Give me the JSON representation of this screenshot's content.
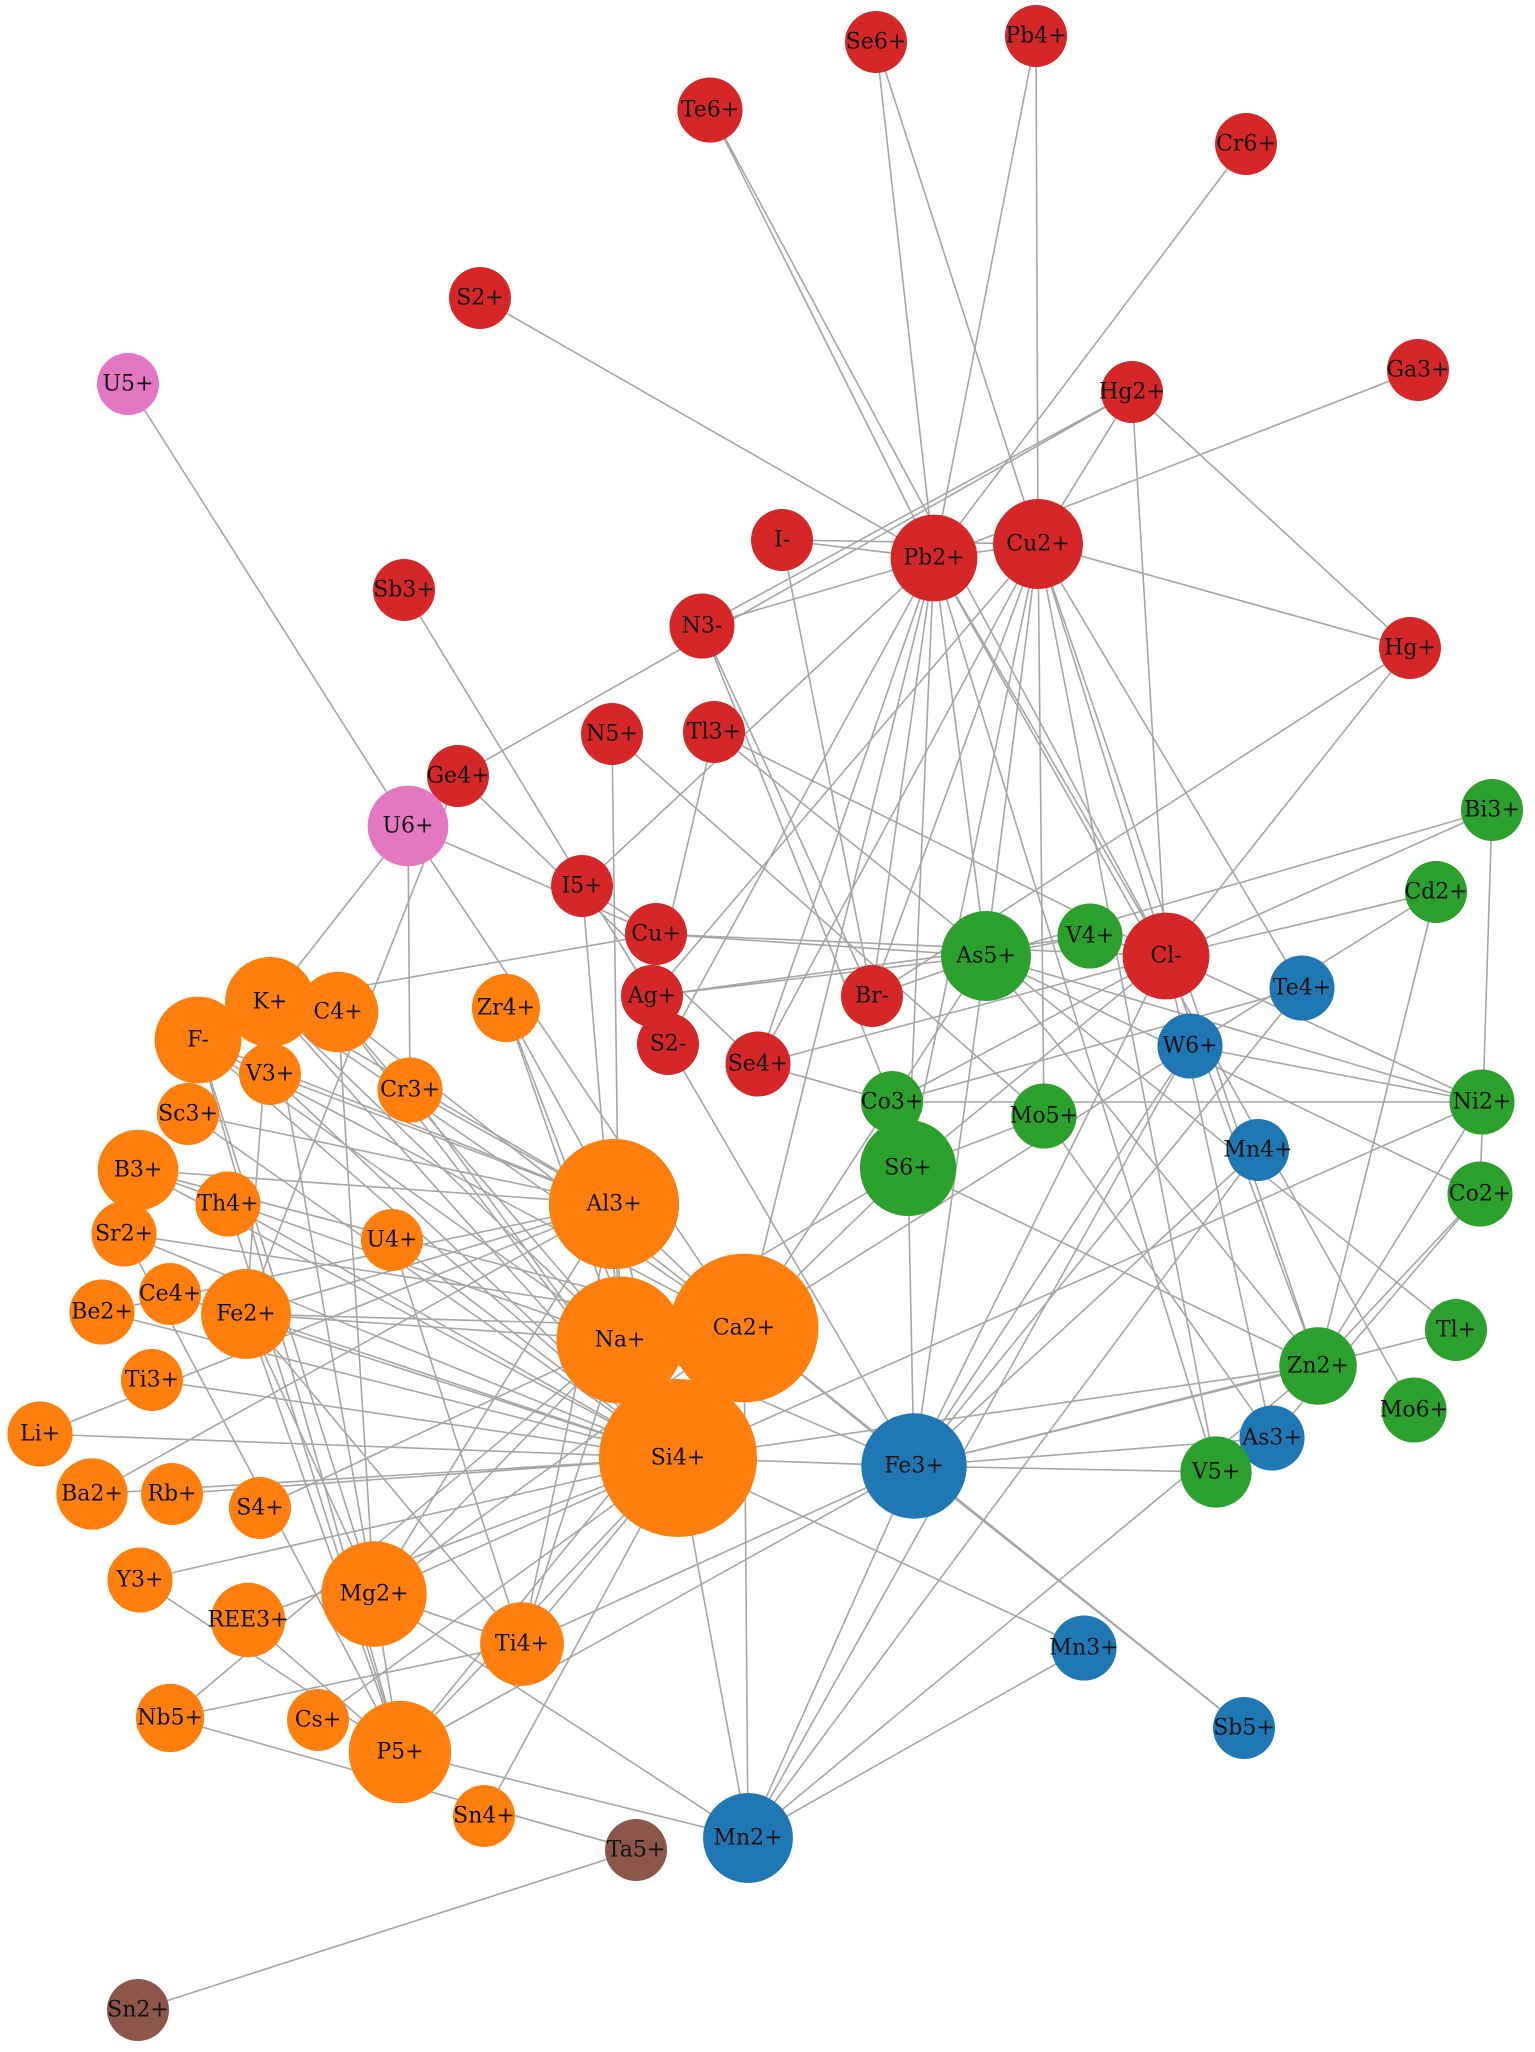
{
  "diagram": {
    "type": "network-graph",
    "colors": {
      "orange": "#ff7f0e",
      "red": "#d62728",
      "green": "#2ca02c",
      "blue": "#1f77b4",
      "pink": "#e377c2",
      "brown": "#8c564b",
      "edge": "#a6a6a6"
    },
    "nodes": [
      {
        "id": "Se6+",
        "label": "Se6+",
        "group": "red",
        "size": 1.0
      },
      {
        "id": "Pb4+",
        "label": "Pb4+",
        "group": "red",
        "size": 1.0
      },
      {
        "id": "Te6+",
        "label": "Te6+",
        "group": "red",
        "size": 1.05
      },
      {
        "id": "Cr6+",
        "label": "Cr6+",
        "group": "red",
        "size": 1.0
      },
      {
        "id": "S2+",
        "label": "S2+",
        "group": "red",
        "size": 1.0
      },
      {
        "id": "U5+",
        "label": "U5+",
        "group": "pink",
        "size": 1.0
      },
      {
        "id": "Hg2+",
        "label": "Hg2+",
        "group": "red",
        "size": 1.0
      },
      {
        "id": "Ga3+",
        "label": "Ga3+",
        "group": "red",
        "size": 1.0
      },
      {
        "id": "I-",
        "label": "I-",
        "group": "red",
        "size": 1.0
      },
      {
        "id": "Pb2+",
        "label": "Pb2+",
        "group": "red",
        "size": 1.4
      },
      {
        "id": "Cu2+",
        "label": "Cu2+",
        "group": "red",
        "size": 1.45
      },
      {
        "id": "Sb3+",
        "label": "Sb3+",
        "group": "red",
        "size": 1.0
      },
      {
        "id": "N3-",
        "label": "N3-",
        "group": "red",
        "size": 1.05
      },
      {
        "id": "Hg+",
        "label": "Hg+",
        "group": "red",
        "size": 1.0
      },
      {
        "id": "N5+",
        "label": "N5+",
        "group": "red",
        "size": 1.0
      },
      {
        "id": "Tl3+",
        "label": "Tl3+",
        "group": "red",
        "size": 1.0
      },
      {
        "id": "Ge4+",
        "label": "Ge4+",
        "group": "red",
        "size": 1.0
      },
      {
        "id": "U6+",
        "label": "U6+",
        "group": "pink",
        "size": 1.3
      },
      {
        "id": "Bi3+",
        "label": "Bi3+",
        "group": "green",
        "size": 1.0
      },
      {
        "id": "I5+",
        "label": "I5+",
        "group": "red",
        "size": 1.0
      },
      {
        "id": "Cu+",
        "label": "Cu+",
        "group": "red",
        "size": 1.0
      },
      {
        "id": "Cd2+",
        "label": "Cd2+",
        "group": "green",
        "size": 1.0
      },
      {
        "id": "V4+",
        "label": "V4+",
        "group": "green",
        "size": 1.05
      },
      {
        "id": "As5+",
        "label": "As5+",
        "group": "green",
        "size": 1.45
      },
      {
        "id": "Cl-",
        "label": "Cl-",
        "group": "red",
        "size": 1.4
      },
      {
        "id": "Te4+",
        "label": "Te4+",
        "group": "blue",
        "size": 1.05
      },
      {
        "id": "K+",
        "label": "K+",
        "group": "orange",
        "size": 1.45
      },
      {
        "id": "C4+",
        "label": "C4+",
        "group": "orange",
        "size": 1.3
      },
      {
        "id": "Zr4+",
        "label": "Zr4+",
        "group": "orange",
        "size": 1.1
      },
      {
        "id": "Ag+",
        "label": "Ag+",
        "group": "red",
        "size": 1.0
      },
      {
        "id": "Br-",
        "label": "Br-",
        "group": "red",
        "size": 1.0
      },
      {
        "id": "F-",
        "label": "F-",
        "group": "orange",
        "size": 1.4
      },
      {
        "id": "V3+",
        "label": "V3+",
        "group": "orange",
        "size": 1.0
      },
      {
        "id": "S2-",
        "label": "S2-",
        "group": "red",
        "size": 1.0
      },
      {
        "id": "Se4+",
        "label": "Se4+",
        "group": "red",
        "size": 1.05
      },
      {
        "id": "W6+",
        "label": "W6+",
        "group": "blue",
        "size": 1.05
      },
      {
        "id": "Cr3+",
        "label": "Cr3+",
        "group": "orange",
        "size": 1.05
      },
      {
        "id": "Sc3+",
        "label": "Sc3+",
        "group": "orange",
        "size": 1.0
      },
      {
        "id": "Co3+",
        "label": "Co3+",
        "group": "green",
        "size": 1.0
      },
      {
        "id": "Mo5+",
        "label": "Mo5+",
        "group": "green",
        "size": 1.05
      },
      {
        "id": "Ni2+",
        "label": "Ni2+",
        "group": "green",
        "size": 1.05
      },
      {
        "id": "Mn4+",
        "label": "Mn4+",
        "group": "blue",
        "size": 1.0
      },
      {
        "id": "B3+",
        "label": "B3+",
        "group": "orange",
        "size": 1.3
      },
      {
        "id": "S6+",
        "label": "S6+",
        "group": "green",
        "size": 1.55
      },
      {
        "id": "Al3+",
        "label": "Al3+",
        "group": "orange",
        "size": 2.1
      },
      {
        "id": "Th4+",
        "label": "Th4+",
        "group": "orange",
        "size": 1.05
      },
      {
        "id": "Co2+",
        "label": "Co2+",
        "group": "green",
        "size": 1.05
      },
      {
        "id": "Sr2+",
        "label": "Sr2+",
        "group": "orange",
        "size": 1.05
      },
      {
        "id": "U4+",
        "label": "U4+",
        "group": "orange",
        "size": 1.0
      },
      {
        "id": "Ce4+",
        "label": "Ce4+",
        "group": "orange",
        "size": 1.0
      },
      {
        "id": "Be2+",
        "label": "Be2+",
        "group": "orange",
        "size": 1.05
      },
      {
        "id": "Fe2+",
        "label": "Fe2+",
        "group": "orange",
        "size": 1.45
      },
      {
        "id": "Na+",
        "label": "Na+",
        "group": "orange",
        "size": 2.05
      },
      {
        "id": "Ca2+",
        "label": "Ca2+",
        "group": "orange",
        "size": 2.4
      },
      {
        "id": "Tl+",
        "label": "Tl+",
        "group": "green",
        "size": 1.0
      },
      {
        "id": "Zn2+",
        "label": "Zn2+",
        "group": "green",
        "size": 1.25
      },
      {
        "id": "Ti3+",
        "label": "Ti3+",
        "group": "orange",
        "size": 1.0
      },
      {
        "id": "Mo6+",
        "label": "Mo6+",
        "group": "green",
        "size": 1.05
      },
      {
        "id": "Li+",
        "label": "Li+",
        "group": "orange",
        "size": 1.05
      },
      {
        "id": "As3+",
        "label": "As3+",
        "group": "blue",
        "size": 1.05
      },
      {
        "id": "Si4+",
        "label": "Si4+",
        "group": "orange",
        "size": 2.55
      },
      {
        "id": "Fe3+",
        "label": "Fe3+",
        "group": "blue",
        "size": 1.7
      },
      {
        "id": "V5+",
        "label": "V5+",
        "group": "green",
        "size": 1.15
      },
      {
        "id": "Ba2+",
        "label": "Ba2+",
        "group": "orange",
        "size": 1.15
      },
      {
        "id": "Rb+",
        "label": "Rb+",
        "group": "orange",
        "size": 1.0
      },
      {
        "id": "S4+",
        "label": "S4+",
        "group": "orange",
        "size": 1.0
      },
      {
        "id": "Y3+",
        "label": "Y3+",
        "group": "orange",
        "size": 1.05
      },
      {
        "id": "Mg2+",
        "label": "Mg2+",
        "group": "orange",
        "size": 1.7
      },
      {
        "id": "REE3+",
        "label": "REE3+",
        "group": "orange",
        "size": 1.2
      },
      {
        "id": "Ti4+",
        "label": "Ti4+",
        "group": "orange",
        "size": 1.35
      },
      {
        "id": "Mn3+",
        "label": "Mn3+",
        "group": "blue",
        "size": 1.05
      },
      {
        "id": "Nb5+",
        "label": "Nb5+",
        "group": "orange",
        "size": 1.1
      },
      {
        "id": "Cs+",
        "label": "Cs+",
        "group": "orange",
        "size": 1.0
      },
      {
        "id": "P5+",
        "label": "P5+",
        "group": "orange",
        "size": 1.65
      },
      {
        "id": "Sb5+",
        "label": "Sb5+",
        "group": "blue",
        "size": 1.0
      },
      {
        "id": "Sn4+",
        "label": "Sn4+",
        "group": "orange",
        "size": 1.0
      },
      {
        "id": "Ta5+",
        "label": "Ta5+",
        "group": "brown",
        "size": 1.0
      },
      {
        "id": "Mn2+",
        "label": "Mn2+",
        "group": "blue",
        "size": 1.45
      },
      {
        "id": "Sn2+",
        "label": "Sn2+",
        "group": "brown",
        "size": 1.0
      }
    ],
    "edges": [
      [
        "Se6+",
        "Pb2+"
      ],
      [
        "Se6+",
        "Cu2+"
      ],
      [
        "Pb4+",
        "Pb2+"
      ],
      [
        "Pb4+",
        "Cu2+"
      ],
      [
        "Te6+",
        "Pb2+"
      ],
      [
        "Te6+",
        "Cl-"
      ],
      [
        "Cr6+",
        "Pb2+"
      ],
      [
        "S2+",
        "Pb2+"
      ],
      [
        "U5+",
        "U6+"
      ],
      [
        "Hg2+",
        "Cu2+"
      ],
      [
        "Hg2+",
        "Hg+"
      ],
      [
        "Hg2+",
        "Cl-"
      ],
      [
        "Hg2+",
        "Ge4+"
      ],
      [
        "Hg2+",
        "N3-"
      ],
      [
        "Ga3+",
        "Pb2+"
      ],
      [
        "I-",
        "Pb2+"
      ],
      [
        "I-",
        "Cu2+"
      ],
      [
        "I-",
        "Br-"
      ],
      [
        "Pb2+",
        "Cu2+"
      ],
      [
        "Pb2+",
        "Cl-"
      ],
      [
        "Pb2+",
        "As5+"
      ],
      [
        "Pb2+",
        "S2-"
      ],
      [
        "Pb2+",
        "Se4+"
      ],
      [
        "Pb2+",
        "I5+"
      ],
      [
        "Pb2+",
        "Ca2+"
      ],
      [
        "Pb2+",
        "N3-"
      ],
      [
        "Pb2+",
        "Br-"
      ],
      [
        "Pb2+",
        "S6+"
      ],
      [
        "Cu2+",
        "As5+"
      ],
      [
        "Cu2+",
        "Cl-"
      ],
      [
        "Cu2+",
        "Se4+"
      ],
      [
        "Cu2+",
        "S6+"
      ],
      [
        "Cu2+",
        "Te4+"
      ],
      [
        "Cu2+",
        "Hg+"
      ],
      [
        "Cu2+",
        "Br-"
      ],
      [
        "Cu2+",
        "V5+"
      ],
      [
        "Cu2+",
        "Zn2+"
      ],
      [
        "Cu2+",
        "Mo5+"
      ],
      [
        "Cu2+",
        "Ag+"
      ],
      [
        "Sb3+",
        "Ag+"
      ],
      [
        "N3-",
        "Br-"
      ],
      [
        "N3-",
        "Co3+"
      ],
      [
        "Hg+",
        "Cl-"
      ],
      [
        "Hg+",
        "Br-"
      ],
      [
        "N5+",
        "Na+"
      ],
      [
        "N5+",
        "Mo5+"
      ],
      [
        "Tl3+",
        "Cl-"
      ],
      [
        "Tl3+",
        "Ag+"
      ],
      [
        "Ge4+",
        "Fe2+"
      ],
      [
        "Ge4+",
        "Se4+"
      ],
      [
        "U6+",
        "K+"
      ],
      [
        "U6+",
        "Cr3+"
      ],
      [
        "U6+",
        "Ca2+"
      ],
      [
        "U6+",
        "Cu+"
      ],
      [
        "Bi3+",
        "Cl-"
      ],
      [
        "Bi3+",
        "As5+"
      ],
      [
        "Bi3+",
        "Co2+"
      ],
      [
        "I5+",
        "Cu+"
      ],
      [
        "I5+",
        "Na+"
      ],
      [
        "Cu+",
        "Cl-"
      ],
      [
        "Cu+",
        "As5+"
      ],
      [
        "Cd2+",
        "Cl-"
      ],
      [
        "Cd2+",
        "W6+"
      ],
      [
        "Cd2+",
        "Zn2+"
      ],
      [
        "V4+",
        "As5+"
      ],
      [
        "V4+",
        "Cl-"
      ],
      [
        "V4+",
        "Ag+"
      ],
      [
        "As5+",
        "Ag+"
      ],
      [
        "As5+",
        "Br-"
      ],
      [
        "As5+",
        "Ni2+"
      ],
      [
        "As5+",
        "Co2+"
      ],
      [
        "As5+",
        "Fe3+"
      ],
      [
        "As5+",
        "Zn2+"
      ],
      [
        "As5+",
        "Ca2+"
      ],
      [
        "Cl-",
        "Se4+"
      ],
      [
        "Cl-",
        "Ni2+"
      ],
      [
        "Cl-",
        "S6+"
      ],
      [
        "Cl-",
        "Fe3+"
      ],
      [
        "Cl-",
        "Zn2+"
      ],
      [
        "Cl-",
        "As3+"
      ],
      [
        "Cl-",
        "Co3+"
      ],
      [
        "Te4+",
        "Co3+"
      ],
      [
        "Te4+",
        "Fe3+"
      ],
      [
        "K+",
        "Al3+"
      ],
      [
        "K+",
        "Na+"
      ],
      [
        "K+",
        "Ca2+"
      ],
      [
        "K+",
        "Si4+"
      ],
      [
        "K+",
        "Fe2+"
      ],
      [
        "K+",
        "Mg2+"
      ],
      [
        "K+",
        "Cu+"
      ],
      [
        "C4+",
        "Ca2+"
      ],
      [
        "C4+",
        "Na+"
      ],
      [
        "C4+",
        "Si4+"
      ],
      [
        "C4+",
        "Mg2+"
      ],
      [
        "Zr4+",
        "Na+"
      ],
      [
        "Zr4+",
        "Si4+"
      ],
      [
        "Zr4+",
        "Al3+"
      ],
      [
        "F-",
        "Al3+"
      ],
      [
        "F-",
        "Ca2+"
      ],
      [
        "F-",
        "Na+"
      ],
      [
        "F-",
        "Si4+"
      ],
      [
        "F-",
        "Mg2+"
      ],
      [
        "F-",
        "P5+"
      ],
      [
        "V3+",
        "Si4+"
      ],
      [
        "V3+",
        "Al3+"
      ],
      [
        "S2-",
        "Fe3+"
      ],
      [
        "S2-",
        "Ag+"
      ],
      [
        "Se4+",
        "Co3+"
      ],
      [
        "W6+",
        "Fe3+"
      ],
      [
        "W6+",
        "Ca2+"
      ],
      [
        "W6+",
        "Mn2+"
      ],
      [
        "W6+",
        "Ni2+"
      ],
      [
        "Cr3+",
        "Al3+"
      ],
      [
        "Cr3+",
        "Si4+"
      ],
      [
        "Sc3+",
        "Si4+"
      ],
      [
        "Sc3+",
        "Al3+"
      ],
      [
        "Co3+",
        "S6+"
      ],
      [
        "Co3+",
        "Ni2+"
      ],
      [
        "Mo5+",
        "S6+"
      ],
      [
        "Mo5+",
        "As3+"
      ],
      [
        "Ni2+",
        "Si4+"
      ],
      [
        "Ni2+",
        "Zn2+"
      ],
      [
        "Mn4+",
        "Mn2+"
      ],
      [
        "Mn4+",
        "Fe3+"
      ],
      [
        "B3+",
        "Na+"
      ],
      [
        "B3+",
        "Ca2+"
      ],
      [
        "B3+",
        "Si4+"
      ],
      [
        "B3+",
        "Al3+"
      ],
      [
        "S6+",
        "Ca2+"
      ],
      [
        "S6+",
        "Fe3+"
      ],
      [
        "S6+",
        "Na+"
      ],
      [
        "S6+",
        "Zn2+"
      ],
      [
        "Al3+",
        "Na+"
      ],
      [
        "Al3+",
        "Ca2+"
      ],
      [
        "Al3+",
        "Si4+"
      ],
      [
        "Al3+",
        "Fe2+"
      ],
      [
        "Al3+",
        "Mg2+"
      ],
      [
        "Al3+",
        "Ti4+"
      ],
      [
        "Th4+",
        "Si4+"
      ],
      [
        "Th4+",
        "P5+"
      ],
      [
        "Co2+",
        "Zn2+"
      ],
      [
        "Co2+",
        "As3+"
      ],
      [
        "Sr2+",
        "Ca2+"
      ],
      [
        "Sr2+",
        "Si4+"
      ],
      [
        "Sr2+",
        "P5+"
      ],
      [
        "U4+",
        "Si4+"
      ],
      [
        "U4+",
        "Ti4+"
      ],
      [
        "Ce4+",
        "Si4+"
      ],
      [
        "Be2+",
        "Si4+"
      ],
      [
        "Be2+",
        "Al3+"
      ],
      [
        "Fe2+",
        "Si4+"
      ],
      [
        "Fe2+",
        "Na+"
      ],
      [
        "Fe2+",
        "Ca2+"
      ],
      [
        "Fe2+",
        "Mg2+"
      ],
      [
        "Fe2+",
        "P5+"
      ],
      [
        "Fe2+",
        "Ti4+"
      ],
      [
        "Na+",
        "Ca2+"
      ],
      [
        "Na+",
        "Si4+"
      ],
      [
        "Na+",
        "Mg2+"
      ],
      [
        "Na+",
        "Ti4+"
      ],
      [
        "Na+",
        "Fe3+"
      ],
      [
        "Ca2+",
        "Si4+"
      ],
      [
        "Ca2+",
        "Fe3+"
      ],
      [
        "Ca2+",
        "Mg2+"
      ],
      [
        "Ca2+",
        "Mn2+"
      ],
      [
        "Ca2+",
        "P5+"
      ],
      [
        "Tl+",
        "Tl3+"
      ],
      [
        "Tl+",
        "Fe3+"
      ],
      [
        "Zn2+",
        "Fe3+"
      ],
      [
        "Zn2+",
        "Mn2+"
      ],
      [
        "Zn2+",
        "Si4+"
      ],
      [
        "Ti3+",
        "Si4+"
      ],
      [
        "Mo6+",
        "Pb2+"
      ],
      [
        "Li+",
        "Si4+"
      ],
      [
        "Li+",
        "Al3+"
      ],
      [
        "As3+",
        "Fe3+"
      ],
      [
        "Si4+",
        "Fe3+"
      ],
      [
        "Si4+",
        "Mg2+"
      ],
      [
        "Si4+",
        "Mn2+"
      ],
      [
        "Si4+",
        "Ti4+"
      ],
      [
        "Si4+",
        "P5+"
      ],
      [
        "Fe3+",
        "Mn2+"
      ],
      [
        "Fe3+",
        "Sb5+"
      ],
      [
        "Fe3+",
        "P5+"
      ],
      [
        "V5+",
        "Pb2+"
      ],
      [
        "V5+",
        "Fe3+"
      ],
      [
        "Ba2+",
        "Si4+"
      ],
      [
        "Ba2+",
        "Al3+"
      ],
      [
        "Rb+",
        "Si4+"
      ],
      [
        "S4+",
        "Na+"
      ],
      [
        "Y3+",
        "Si4+"
      ],
      [
        "Y3+",
        "P5+"
      ],
      [
        "Mg2+",
        "P5+"
      ],
      [
        "Mg2+",
        "Ti4+"
      ],
      [
        "REE3+",
        "Si4+"
      ],
      [
        "REE3+",
        "P5+"
      ],
      [
        "Ti4+",
        "Fe3+"
      ],
      [
        "Mn3+",
        "Si4+"
      ],
      [
        "Mn3+",
        "Mn2+"
      ],
      [
        "Nb5+",
        "Ti4+"
      ],
      [
        "Nb5+",
        "Na+"
      ],
      [
        "Cs+",
        "Si4+"
      ],
      [
        "P5+",
        "Mn2+"
      ],
      [
        "Sb5+",
        "Ca2+"
      ],
      [
        "Sn4+",
        "Si4+"
      ],
      [
        "Ta5+",
        "Nb5+"
      ],
      [
        "Ta5+",
        "Sn2+"
      ],
      [
        "Mn2+",
        "Mg2+"
      ]
    ]
  }
}
